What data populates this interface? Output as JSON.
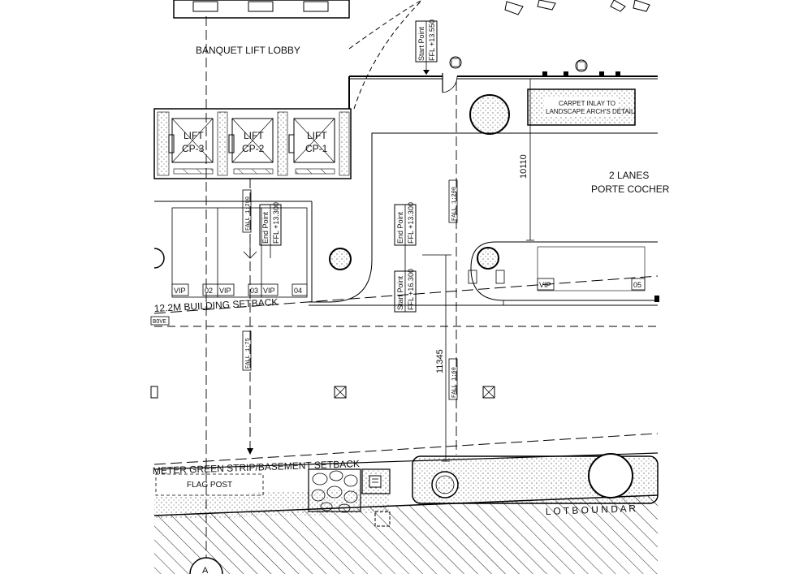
{
  "labels": {
    "banquet_lobby": "BANQUET LIFT LOBBY",
    "lift_cp3": [
      "LIFT",
      "CP-3"
    ],
    "lift_cp2": [
      "LIFT",
      "CP-2"
    ],
    "lift_cp1": [
      "LIFT",
      "CP-1"
    ],
    "carpet_inlay": [
      "CARPET INLAY TO",
      "LANDSCAPE ARCH'S DETAIL"
    ],
    "porte_cochere": [
      "2 LANES",
      "PORTE COCHER"
    ],
    "building_setback": "12.2M BUILDING SETBACK",
    "above": "BOVE",
    "green_strip": "METER GREEN STRIP/BASEMENT SETBACK",
    "flag_post": "FLAG POST",
    "lot_boundary": "L O T   B O U N D A R"
  },
  "dimensions": {
    "d1": "10110",
    "d2": "11345"
  },
  "levels": {
    "start_top": [
      "Start Point",
      "FFL +13.550"
    ],
    "end_left": [
      "End Point",
      "FFL +13.300"
    ],
    "end_mid": [
      "End Point",
      "FFL +13.300"
    ],
    "start_mid": [
      "Start Point",
      "FFL +16.300"
    ]
  },
  "falls": {
    "f1": "FALL 1:200",
    "f2": "FALL 1:200",
    "f3": "FALL 1:75",
    "f4": "FALL 1:60"
  },
  "bays": {
    "vip": "VIP",
    "b02": "02",
    "b03": "03",
    "b04": "04",
    "b05": "05"
  },
  "markers": {
    "section": "A"
  }
}
